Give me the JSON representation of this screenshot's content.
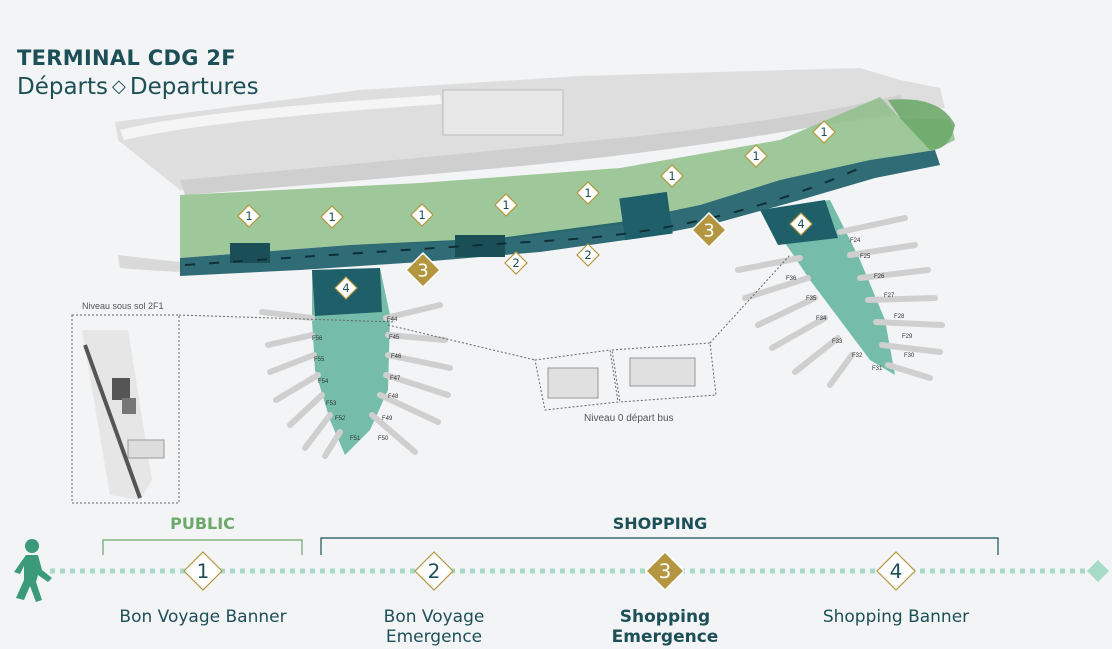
{
  "header": {
    "title": "TERMINAL CDG 2F",
    "subtitle_fr": "Départs",
    "subtitle_sep": "◇",
    "subtitle_en": "Departures"
  },
  "map": {
    "inset_sublevel_label": "Niveau sous sol 2F1",
    "inset_bus_label": "Niveau 0 départ bus",
    "gates_left": [
      "F44",
      "F45",
      "F46",
      "F47",
      "F48",
      "F49",
      "F50",
      "F51",
      "F52",
      "F53",
      "F54",
      "F55",
      "F56"
    ],
    "gates_right": [
      "F24",
      "F25",
      "F26",
      "F27",
      "F28",
      "F29",
      "F30",
      "F31",
      "F32",
      "F33",
      "F34",
      "F35",
      "F36"
    ],
    "markers_1": [
      "1",
      "1",
      "1",
      "1",
      "1",
      "1",
      "1",
      "1"
    ],
    "markers_2": [
      "2",
      "2"
    ],
    "markers_3": [
      "3",
      "3"
    ],
    "markers_4": [
      "4",
      "4"
    ]
  },
  "legend": {
    "public_label": "PUBLIC",
    "shopping_label": "SHOPPING",
    "steps": [
      {
        "number": "1",
        "label": "Bon Voyage Banner"
      },
      {
        "number": "2",
        "label": "Bon Voyage Emergence"
      },
      {
        "number": "3",
        "label": "Shopping Emergence"
      },
      {
        "number": "4",
        "label": "Shopping Banner"
      }
    ]
  },
  "colors": {
    "public_green": "#8fc08a",
    "shopping_teal": "#1f5f6a",
    "pier_teal": "#5fb39c",
    "gold": "#b3963f",
    "dark_text": "#1d4f57",
    "path_mint": "#a8dac8",
    "walker": "#3a9a7a"
  },
  "icons": [
    "walker-icon",
    "path-end-diamond-icon"
  ]
}
